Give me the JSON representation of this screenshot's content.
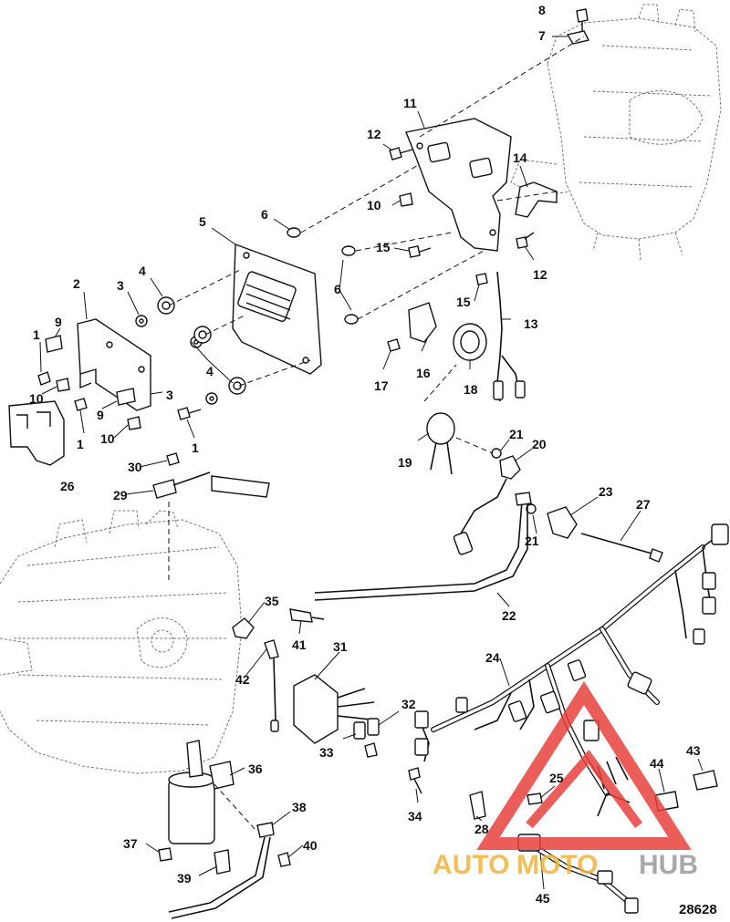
{
  "callouts": [
    {
      "id": "c8",
      "text": "8"
    },
    {
      "id": "c7",
      "text": "7"
    },
    {
      "id": "c11",
      "text": "11"
    },
    {
      "id": "c12a",
      "text": "12"
    },
    {
      "id": "c14",
      "text": "14"
    },
    {
      "id": "c10a",
      "text": "10"
    },
    {
      "id": "c6a",
      "text": "6"
    },
    {
      "id": "c5",
      "text": "5"
    },
    {
      "id": "c15a",
      "text": "15"
    },
    {
      "id": "c12b",
      "text": "12"
    },
    {
      "id": "c2",
      "text": "2"
    },
    {
      "id": "c3a",
      "text": "3"
    },
    {
      "id": "c4a",
      "text": "4"
    },
    {
      "id": "c6b",
      "text": "6"
    },
    {
      "id": "c15b",
      "text": "15"
    },
    {
      "id": "c13",
      "text": "13"
    },
    {
      "id": "c9a",
      "text": "9"
    },
    {
      "id": "c1a",
      "text": "1"
    },
    {
      "id": "c16",
      "text": "16"
    },
    {
      "id": "c17",
      "text": "17"
    },
    {
      "id": "c18",
      "text": "18"
    },
    {
      "id": "c4b",
      "text": "4"
    },
    {
      "id": "c10b",
      "text": "10"
    },
    {
      "id": "c3b",
      "text": "3"
    },
    {
      "id": "c9b",
      "text": "9"
    },
    {
      "id": "c1b",
      "text": "1"
    },
    {
      "id": "c10c",
      "text": "10"
    },
    {
      "id": "c1c",
      "text": "1"
    },
    {
      "id": "c26",
      "text": "26"
    },
    {
      "id": "c19",
      "text": "19"
    },
    {
      "id": "c21a",
      "text": "21"
    },
    {
      "id": "c20",
      "text": "20"
    },
    {
      "id": "c30",
      "text": "30"
    },
    {
      "id": "c29",
      "text": "29"
    },
    {
      "id": "c23",
      "text": "23"
    },
    {
      "id": "c27",
      "text": "27"
    },
    {
      "id": "c21b",
      "text": "21"
    },
    {
      "id": "c22",
      "text": "22"
    },
    {
      "id": "c35",
      "text": "35"
    },
    {
      "id": "c41",
      "text": "41"
    },
    {
      "id": "c31",
      "text": "31"
    },
    {
      "id": "c24",
      "text": "24"
    },
    {
      "id": "c42",
      "text": "42"
    },
    {
      "id": "c32",
      "text": "32"
    },
    {
      "id": "c33",
      "text": "33"
    },
    {
      "id": "c43",
      "text": "43"
    },
    {
      "id": "c44",
      "text": "44"
    },
    {
      "id": "c36",
      "text": "36"
    },
    {
      "id": "c25",
      "text": "25"
    },
    {
      "id": "c34",
      "text": "34"
    },
    {
      "id": "c38",
      "text": "38"
    },
    {
      "id": "c28",
      "text": "28"
    },
    {
      "id": "c37",
      "text": "37"
    },
    {
      "id": "c40",
      "text": "40"
    },
    {
      "id": "c39",
      "text": "39"
    },
    {
      "id": "c45",
      "text": "45"
    }
  ],
  "watermark": {
    "part1": "AUTO",
    "part2": "MOTO",
    "part3": "HUB",
    "color_primary": "#f2b23a",
    "color_secondary": "#9a9a9a",
    "triangle_color": "#e8413b"
  },
  "reference_number": "28628"
}
